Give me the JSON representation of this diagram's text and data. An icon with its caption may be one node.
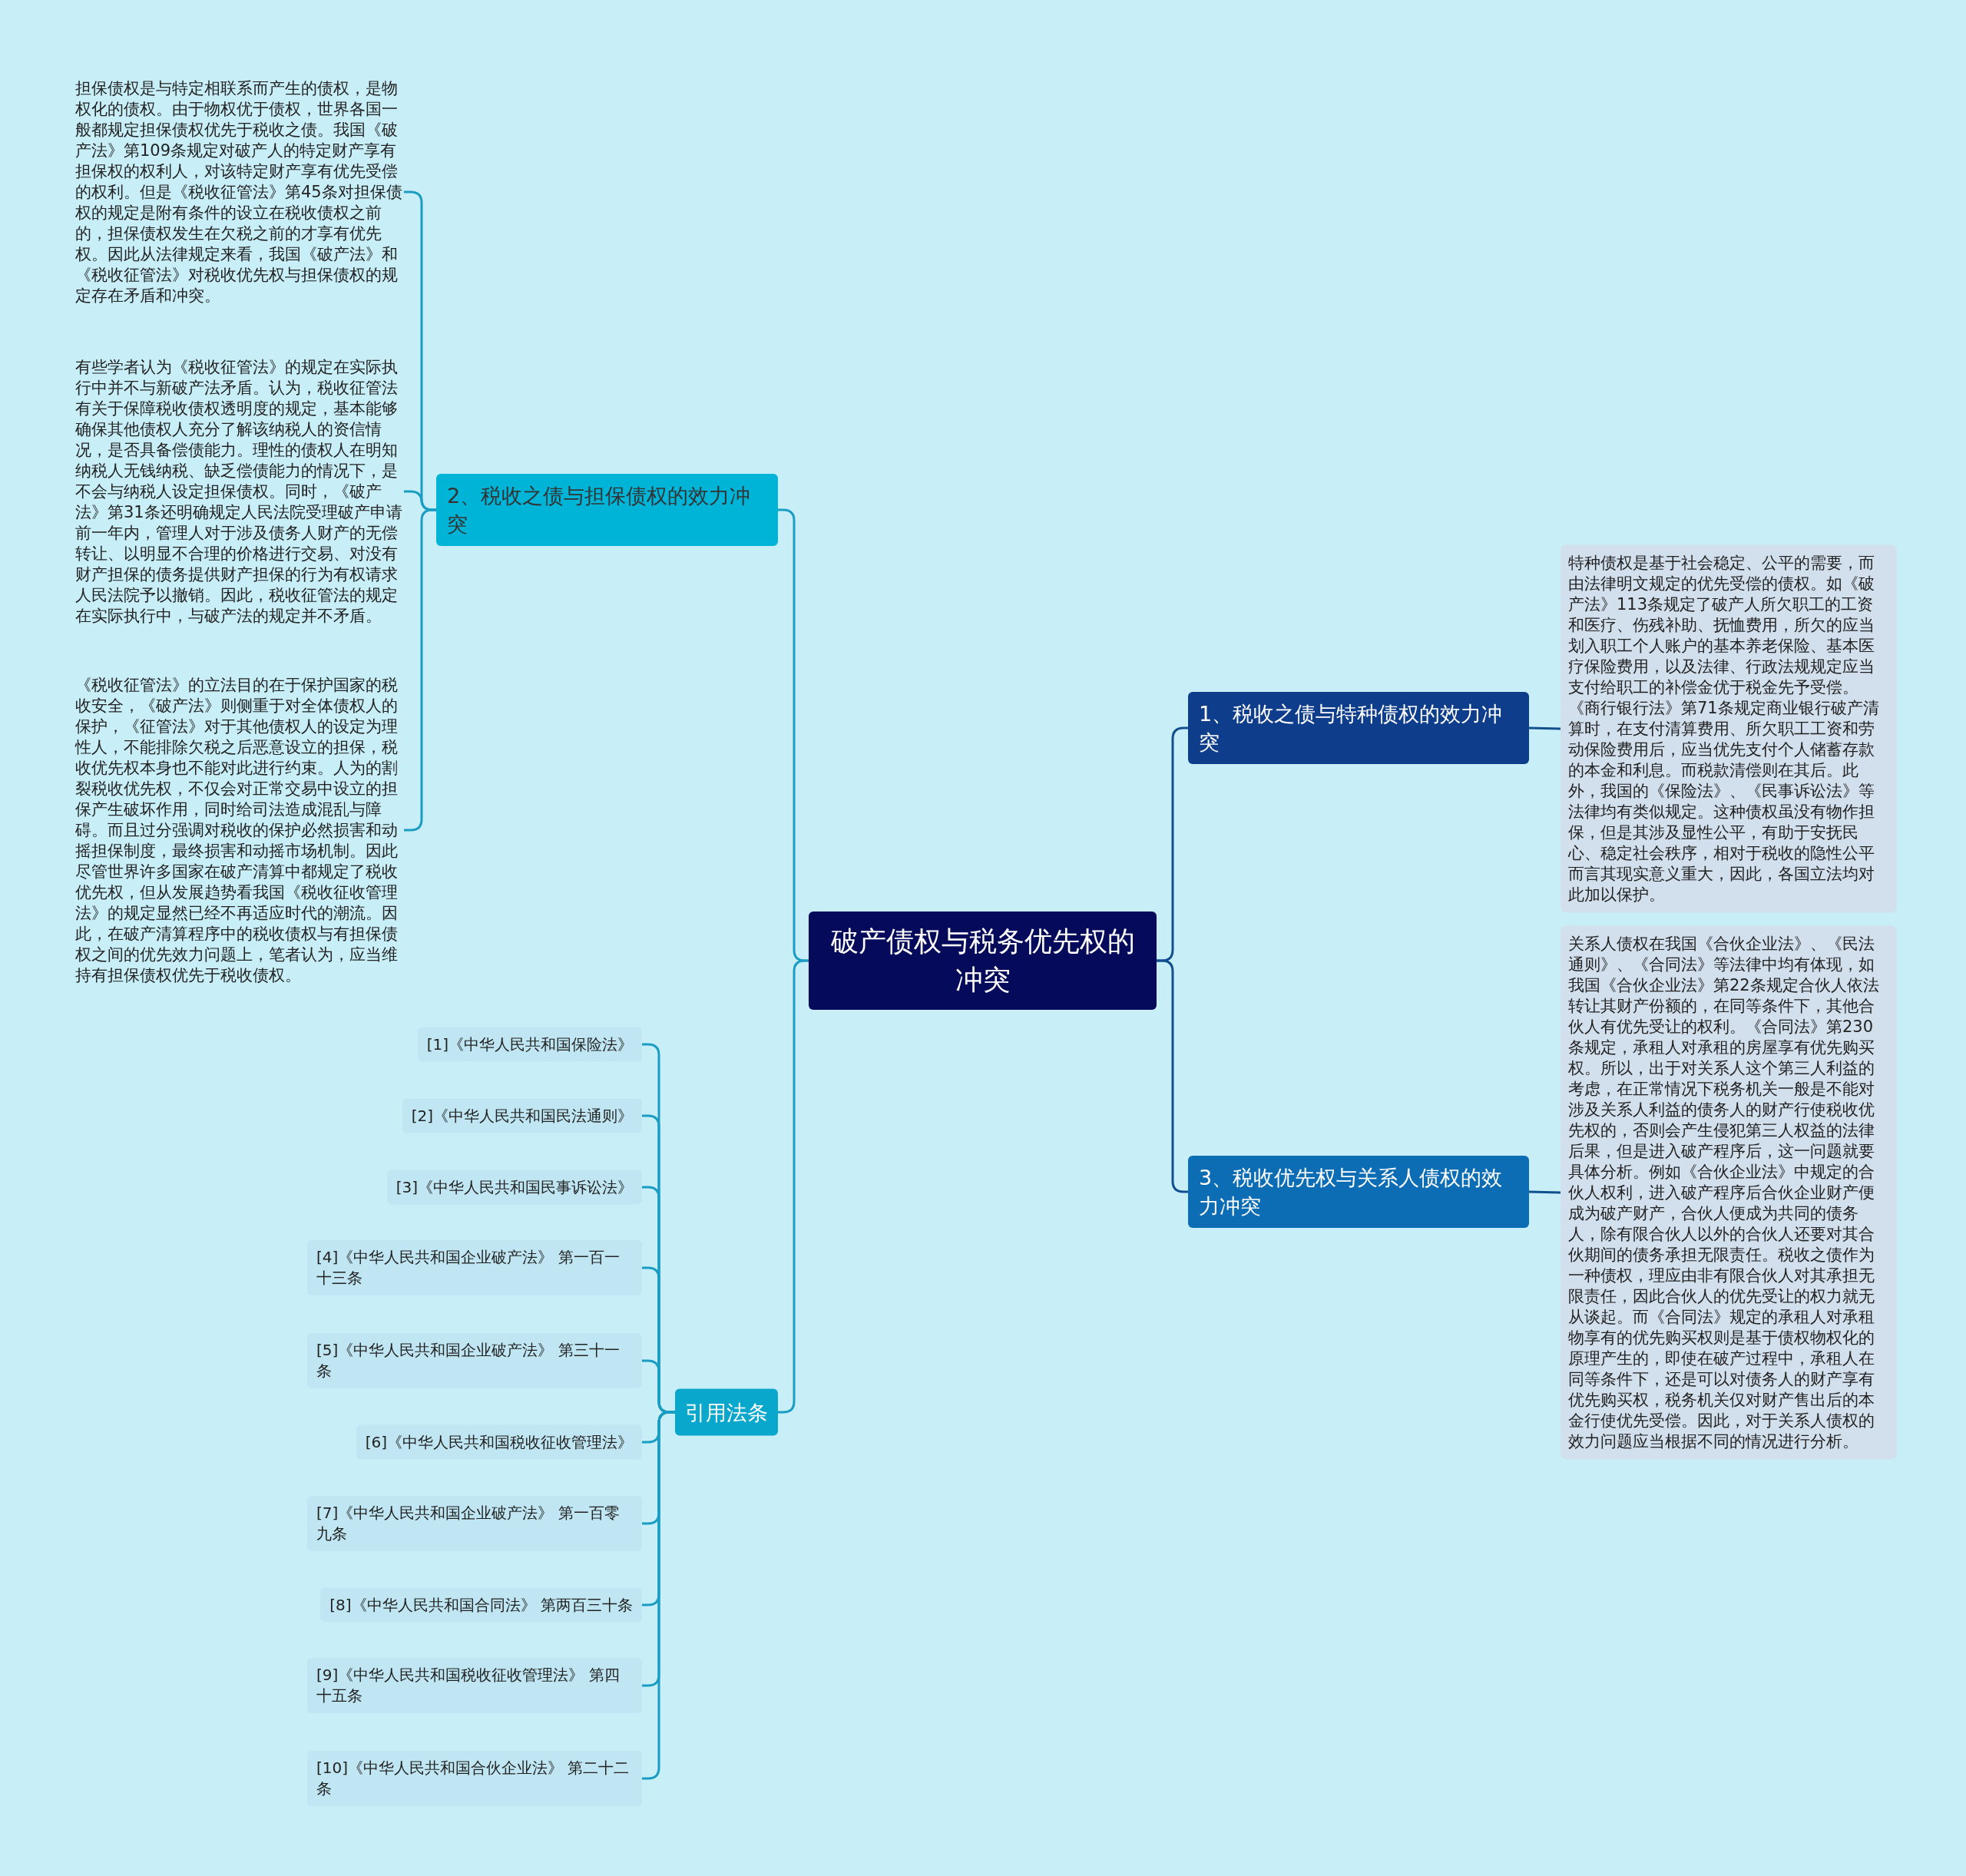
{
  "diagram": {
    "nodes": [
      {
        "text": [
          "破产债权与税务优先权的冲突"
        ]
      },
      {
        "text": [
          "1、税收之债与特种债权的效力冲突"
        ]
      },
      {
        "text": [
          "特种债权是基于社会稳定、公平的需要，而由法律明文规定的优先受偿的债权。如《破产法》113条规定了破产人所欠职工的工资和医疗、伤残补助、抚恤费用，所欠的应当划入职工个人账户的基本养老保险、基本医疗保险费用，以及法律、行政法规规定应当支付给职工的补偿金优于税金先予受偿。《商行银行法》第71条规定商业银行破产清算时，在支付清算费用、所欠职工工资和劳动保险费用后，应当优先支付个人储蓄存款的本金和利息。而税款清偿则在其后。此外，我国的《保险法》、《民事诉讼法》等法律均有类似规定。这种债权虽没有物作担保，但是其涉及显性公平，有助于安抚民心、稳定社会秩序，相对于税收的隐性公平而言其现实意义重大，因此，各国立法均对此加以保护。"
        ]
      },
      {
        "text": [
          "3、税收优先权与关系人债权的效力冲突"
        ]
      },
      {
        "text": [
          "关系人债权在我国《合伙企业法》、《民法通则》、《合同法》等法律中均有体现，如我国《合伙企业法》第22条规定合伙人依法转让其财产份额的，在同等条件下，其他合伙人有优先受让的权利。《合同法》第230条规定，承租人对承租的房屋享有优先购买权。所以，出于对关系人这个第三人利益的考虑，在正常情况下税务机关一般是不能对涉及关系人利益的债务人的财产行使税收优先权的，否则会产生侵犯第三人权益的法律后果，但是进入破产程序后，这一问题就要具体分析。例如《合伙企业法》中规定的合伙人权利，进入破产程序后合伙企业财产便成为破产财产，合伙人便成为共同的债务人，除有限合伙人以外的合伙人还要对其合伙期间的债务承担无限责任。税收之债作为一种债权，理应由非有限合伙人对其承担无限责任，因此合伙人的优先受让的权力就无从谈起。而《合同法》规定的承租人对承租物享有的优先购买权则是基于债权物权化的原理产生的，即使在破产过程中，承租人在同等条件下，还是可以对债务人的财产享有优先购买权，税务机关仅对财产售出后的本金行使优先受偿。因此，对于关系人债权的效力问题应当根据不同的情况进行分析。"
        ]
      },
      {
        "text": [
          "2、税收之债与担保债权的效力冲突"
        ]
      },
      {
        "text": [
          "担保债权是与特定相联系而产生的债权，是物权化的债权。由于物权优于债权，世界各国一般都规定担保债权优先于税收之债。我国《破产法》第109条规定对破产人的特定财产享有担保权的权利人，对该特定财产享有优先受偿的权利。但是《税收征管法》第45条对担保债权的规定是附有条件的设立在税收债权之前的，担保债权发生在欠税之前的才享有优先权。因此从法律规定来看，我国《破产法》和《税收征管法》对税收优先权与担保债权的规定存在矛盾和冲突。"
        ]
      },
      {
        "text": [
          "有些学者认为《税收征管法》的规定在实际执行中并不与新破产法矛盾。认为，税收征管法有关于保障税收债权透明度的规定，基本能够确保其他债权人充分了解该纳税人的资信情况，是否具备偿债能力。理性的债权人在明知纳税人无钱纳税、缺乏偿债能力的情况下，是不会与纳税人设定担保债权。同时，《破产法》第31条还明确规定人民法院受理破产申请前一年内，管理人对于涉及债务人财产的无偿转让、以明显不合理的价格进行交易、对没有财产担保的债务提供财产担保的行为有权请求人民法院予以撤销。因此，税收征管法的规定在实际执行中，与破产法的规定并不矛盾。"
        ]
      },
      {
        "text": [
          "《税收征管法》的立法目的在于保护国家的税收安全，《破产法》则侧重于对全体债权人的保护，《征管法》对于其他债权人的设定为理性人，不能排除欠税之后恶意设立的担保，税收优先权本身也不能对此进行约束。人为的割裂税收优先权，不仅会对正常交易中设立的担保产生破坏作用，同时给司法造成混乱与障碍。而且过分强调对税收的保护必然损害和动摇担保制度，最终损害和动摇市场机制。因此尽管世界许多国家在破产清算中都规定了税收优先权，但从发展趋势看我国《税收征收管理法》的规定显然已经不再适应时代的潮流。因此，在破产清算程序中的税收债权与有担保债权之间的优先效力问题上，笔者认为，应当维持有担保债权优先于税收债权。"
        ]
      },
      {
        "text": [
          "引用法条"
        ]
      },
      {
        "text": [
          "[1]《中华人民共和国保险法》"
        ]
      },
      {
        "text": [
          "[2]《中华人民共和国民法通则》"
        ]
      },
      {
        "text": [
          "[3]《中华人民共和国民事诉讼法》"
        ]
      },
      {
        "text": [
          "[4]《中华人民共和国企业破产法》 第一百一十三条"
        ]
      },
      {
        "text": [
          "[5]《中华人民共和国企业破产法》 第三十一条"
        ]
      },
      {
        "text": [
          "[6]《中华人民共和国税收征收管理法》"
        ]
      },
      {
        "text": [
          "[7]《中华人民共和国企业破产法》 第一百零九条"
        ]
      },
      {
        "text": [
          "[8]《中华人民共和国合同法》 第两百三十条"
        ]
      },
      {
        "text": [
          "[9]《中华人民共和国税收征收管理法》 第四十五条"
        ]
      },
      {
        "text": [
          "[10]《中华人民共和国合伙企业法》 第二十二条"
        ]
      }
    ],
    "edges": [
      {
        "from": 0,
        "to": 1,
        "arrow": "none"
      },
      {
        "from": 1,
        "to": 2,
        "arrow": "none"
      },
      {
        "from": 0,
        "to": 3,
        "arrow": "none"
      },
      {
        "from": 3,
        "to": 4,
        "arrow": "none"
      },
      {
        "from": 0,
        "to": 5,
        "arrow": "none"
      },
      {
        "from": 5,
        "to": 6,
        "arrow": "none"
      },
      {
        "from": 5,
        "to": 7,
        "arrow": "none"
      },
      {
        "from": 5,
        "to": 8,
        "arrow": "none"
      },
      {
        "from": 0,
        "to": 9,
        "arrow": "none"
      },
      {
        "from": 9,
        "to": 10,
        "arrow": "none"
      },
      {
        "from": 9,
        "to": 11,
        "arrow": "none"
      },
      {
        "from": 9,
        "to": 12,
        "arrow": "none"
      },
      {
        "from": 9,
        "to": 13,
        "arrow": "none"
      },
      {
        "from": 9,
        "to": 14,
        "arrow": "none"
      },
      {
        "from": 9,
        "to": 15,
        "arrow": "none"
      },
      {
        "from": 9,
        "to": 16,
        "arrow": "none"
      },
      {
        "from": 9,
        "to": 17,
        "arrow": "none"
      },
      {
        "from": 9,
        "to": 18,
        "arrow": "none"
      },
      {
        "from": 9,
        "to": 19,
        "arrow": "none"
      }
    ]
  }
}
